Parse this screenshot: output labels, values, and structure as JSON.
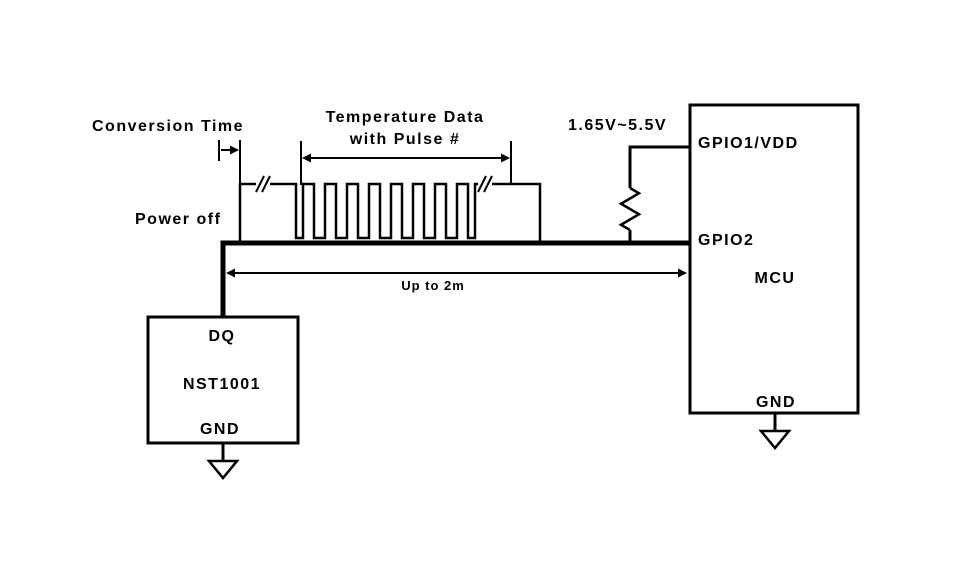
{
  "diagram": {
    "title_hint": "NST1001 to MCU single-wire connection diagram",
    "labels": {
      "conversion_time": "Conversion Time",
      "temp_data_line1": "Temperature Data",
      "temp_data_line2": "with Pulse #",
      "power_off": "Power off",
      "voltage_range": "1.65V~5.5V",
      "up_to_2m": "Up to 2m"
    },
    "mcu": {
      "pin_top": "GPIO1/VDD",
      "pin_mid": "GPIO2",
      "name": "MCU",
      "pin_gnd": "GND"
    },
    "sensor": {
      "pin_dq": "DQ",
      "name": "NST1001",
      "pin_gnd": "GND"
    },
    "colors": {
      "line": "#000000",
      "background": "#ffffff"
    }
  }
}
